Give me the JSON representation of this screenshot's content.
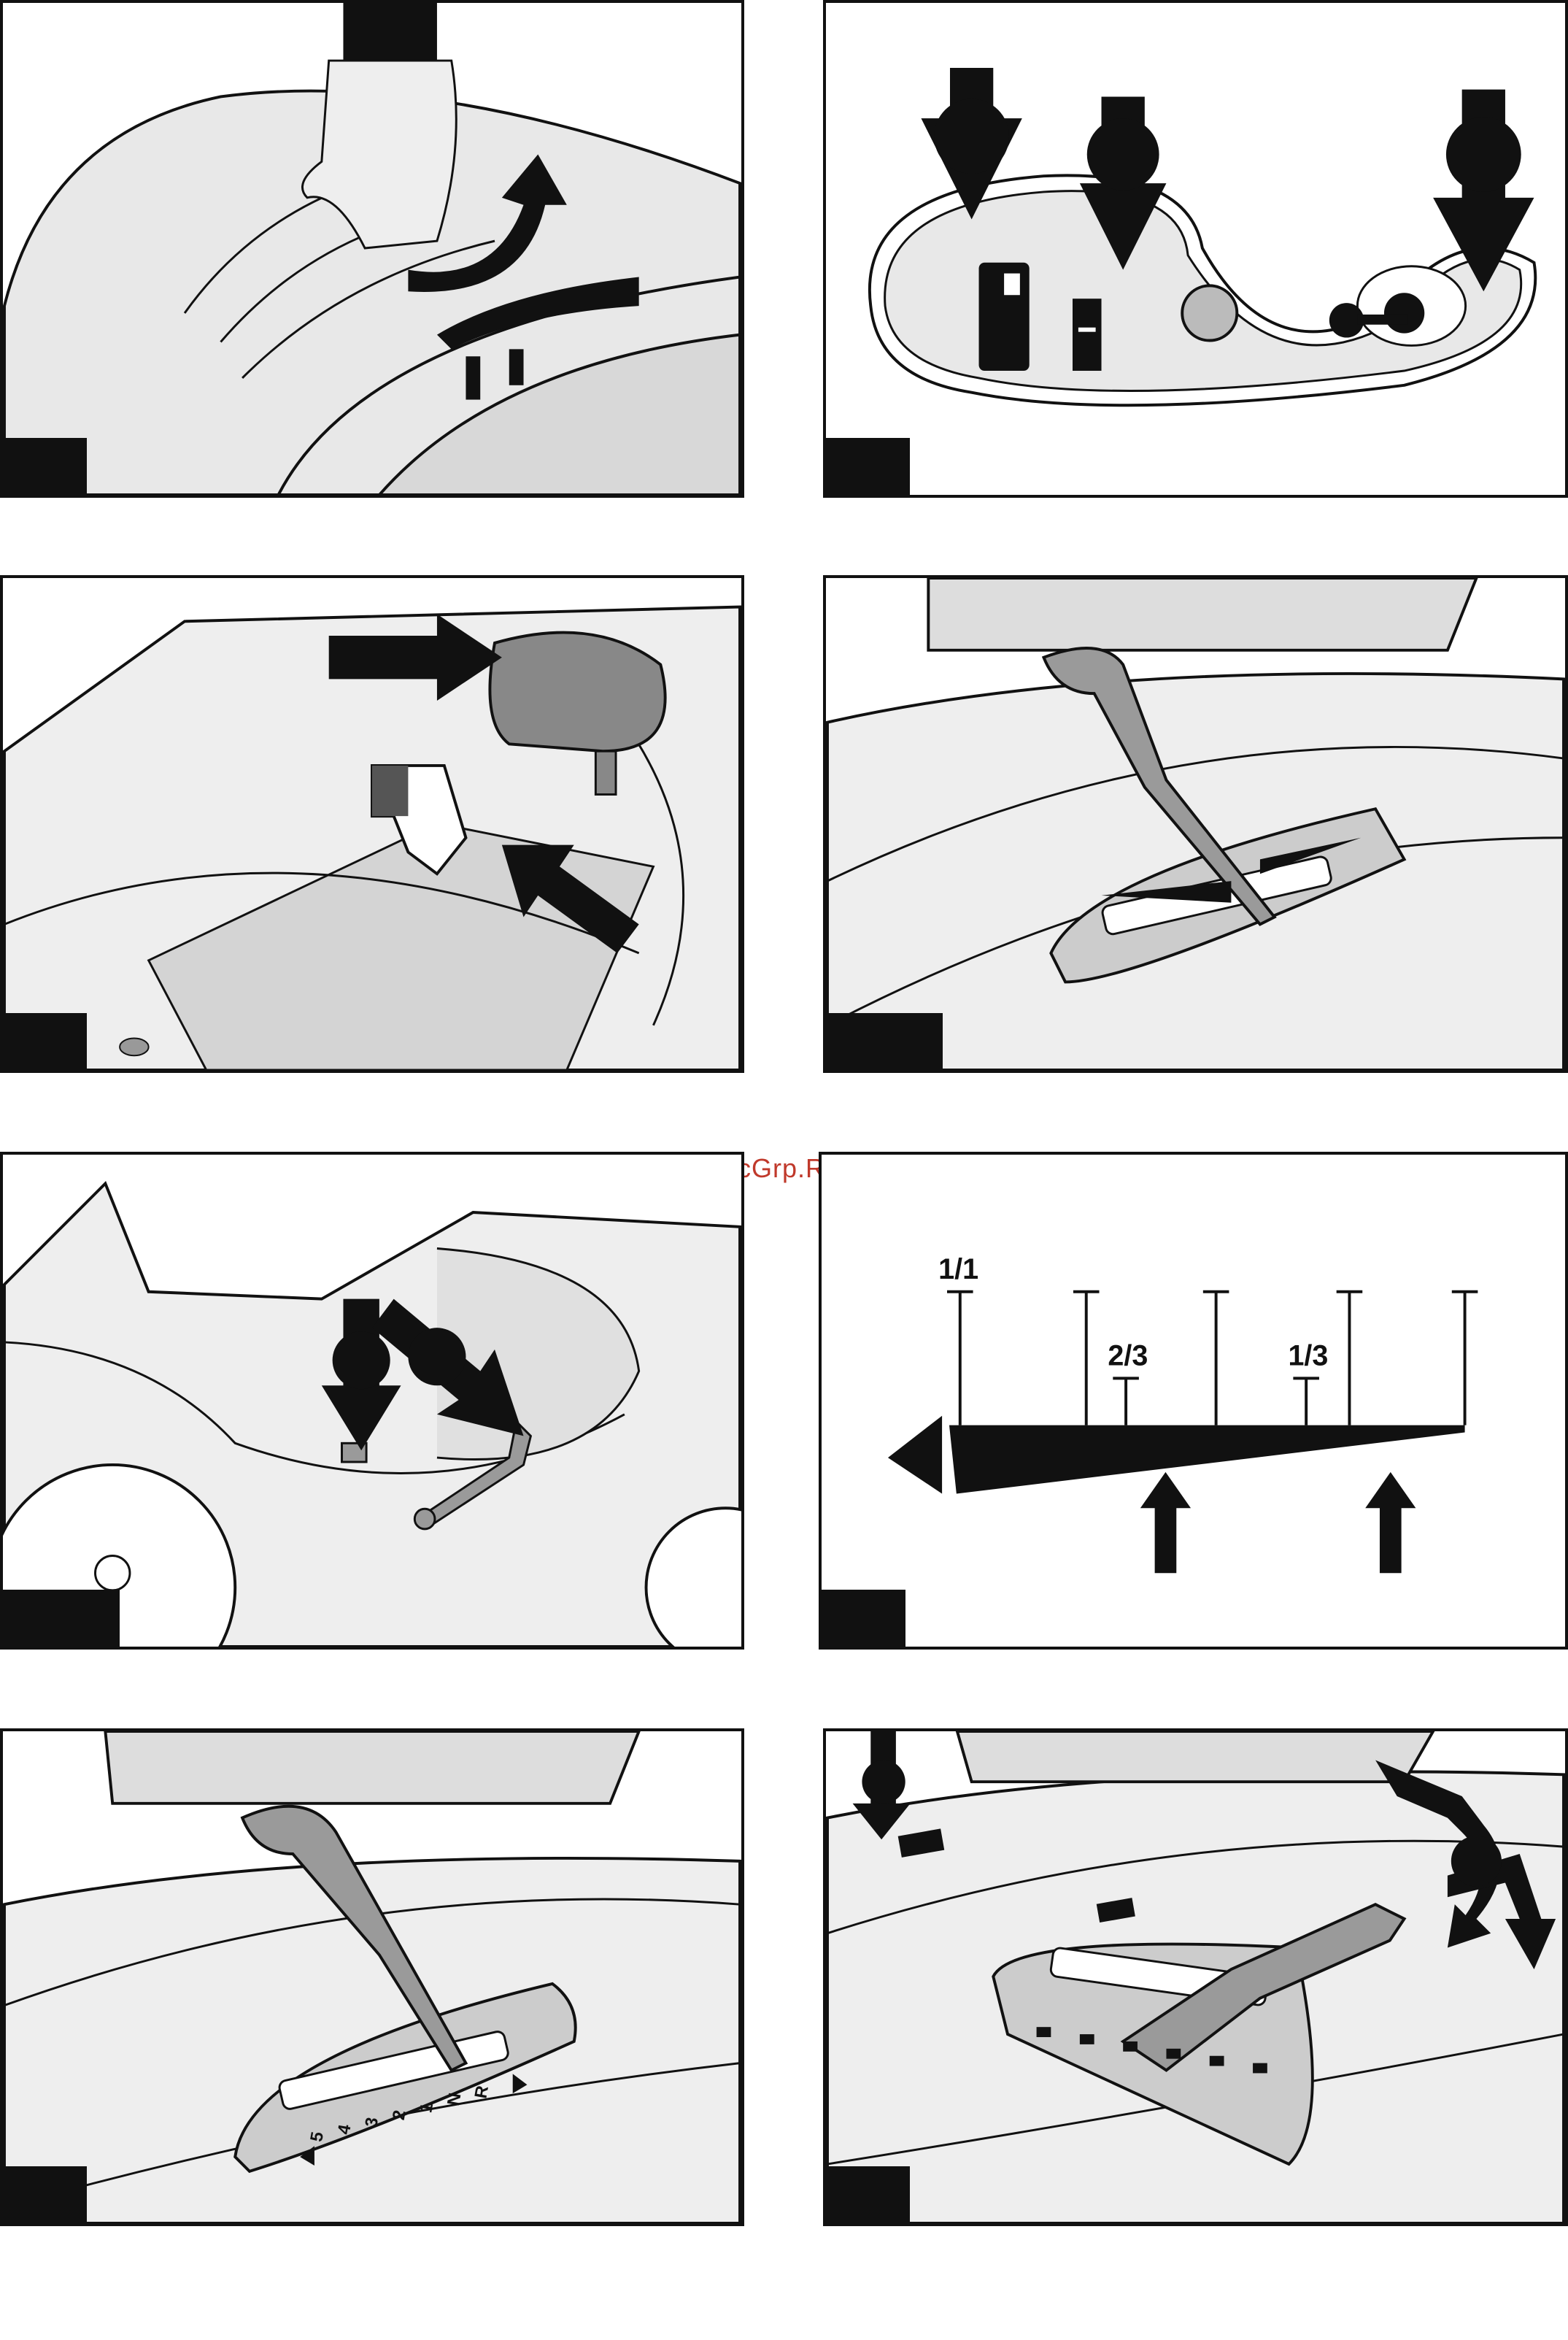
{
  "watermark": "McGrp.Ru",
  "colors": {
    "outline": "#111111",
    "fill": "#e6e6e6",
    "lever": "#9a9a9a",
    "watermark": "#c0392b"
  },
  "panels": [
    {
      "id": 1,
      "subject": "hood-lift"
    },
    {
      "id": 2,
      "subject": "dashboard-controls"
    },
    {
      "id": 3,
      "subject": "pedals"
    },
    {
      "id": 4,
      "subject": "cutting-height-lever"
    },
    {
      "id": 5,
      "subject": "side-view-controls"
    },
    {
      "id": 6,
      "subject": "fill-level-scale"
    },
    {
      "id": 7,
      "subject": "gear-lever"
    },
    {
      "id": 8,
      "subject": "deck-lever"
    }
  ],
  "scale": {
    "labels": [
      "1/1",
      "2/3",
      "1/3"
    ]
  },
  "gear_plate": {
    "labels": [
      "5",
      "4",
      "3",
      "2",
      "1",
      "N",
      "R"
    ]
  }
}
